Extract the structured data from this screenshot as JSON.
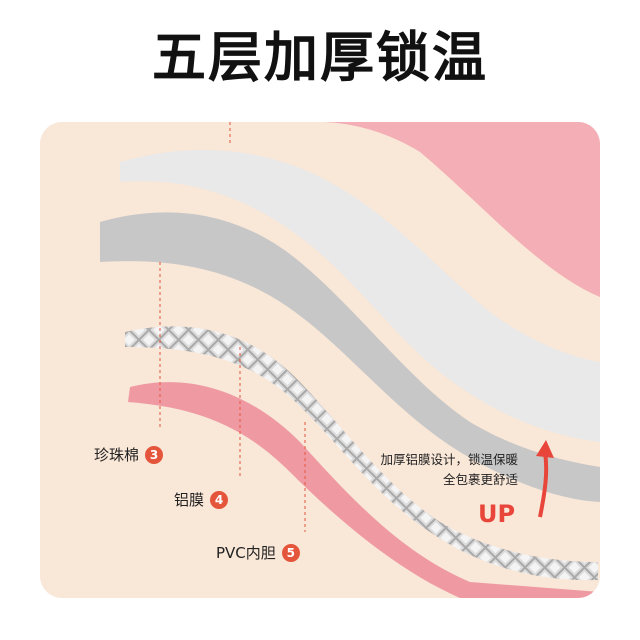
{
  "title": "五层加厚锁温",
  "layers": [
    {
      "label": "珍珠棉",
      "number": "3"
    },
    {
      "label": "铝膜",
      "number": "4"
    },
    {
      "label": "PVC内胆",
      "number": "5"
    }
  ],
  "caption": {
    "line1": "加厚铝膜设计，锁温保暖",
    "line2": "全包裹更舒适"
  },
  "up_text": "UP",
  "colors": {
    "background": "#f9e7d8",
    "pink": "#ef9aa3",
    "pink_light": "#f4aeb5",
    "gray": "#c9c9c9",
    "white_layer": "#e8e8e8",
    "foil": "#b9b9b9",
    "accent": "#e4553c"
  }
}
